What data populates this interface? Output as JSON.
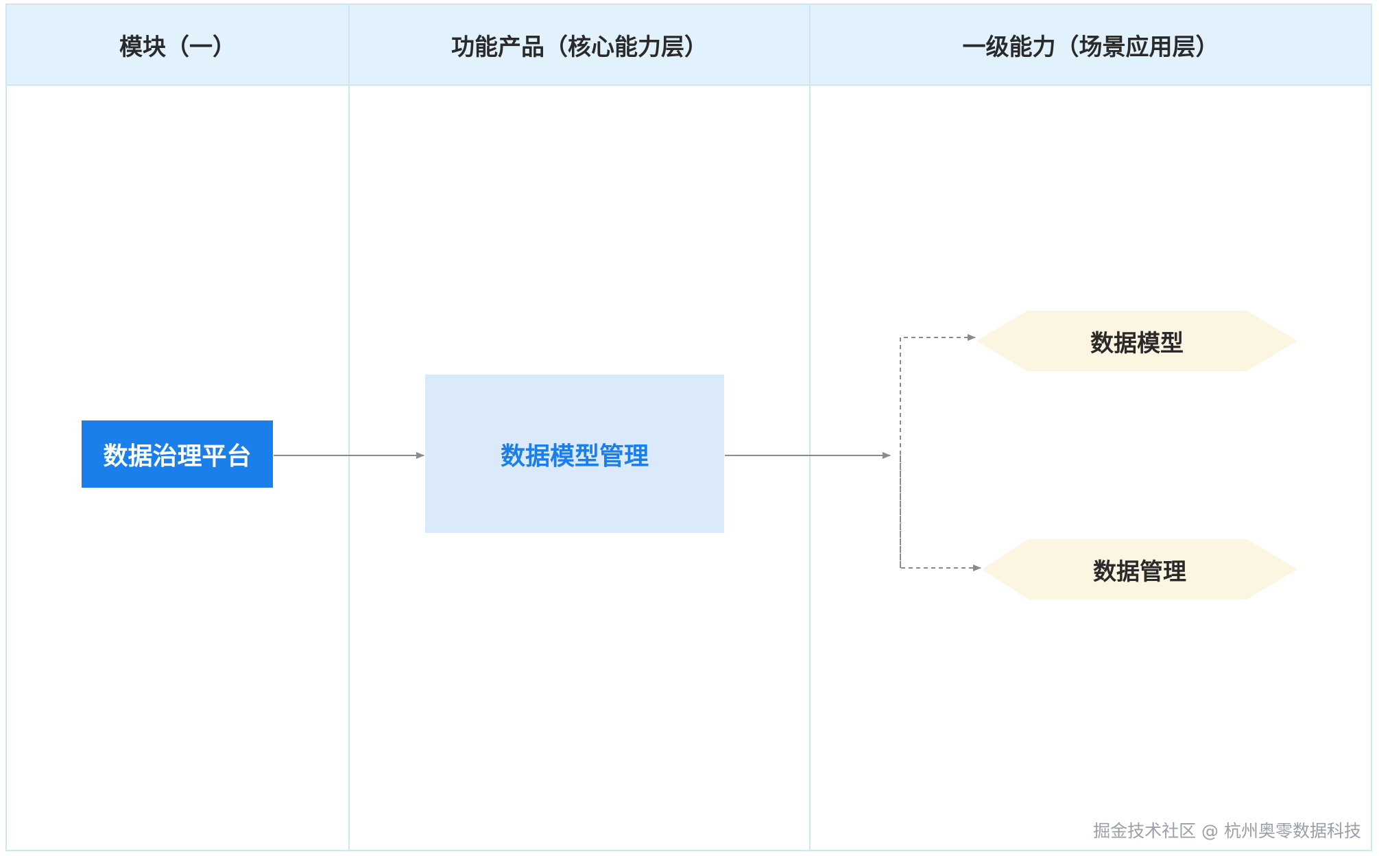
{
  "columns": {
    "module": "模块（一）",
    "product": "功能产品（核心能力层）",
    "capability": "一级能力（场景应用层）"
  },
  "nodes": {
    "platform": "数据治理平台",
    "product": "数据模型管理",
    "capability_1": "数据模型",
    "capability_2": "数据管理"
  },
  "watermark": "掘金技术社区 @ 杭州奥零数据科技",
  "colors": {
    "header_bg": "#e2f2fc",
    "grid_line": "#cfe6f1",
    "platform_box": "#1a7fea",
    "product_box": "#dbeafa",
    "capability_hex": "#fbf5e1",
    "arrow": "#8a8a8a"
  }
}
